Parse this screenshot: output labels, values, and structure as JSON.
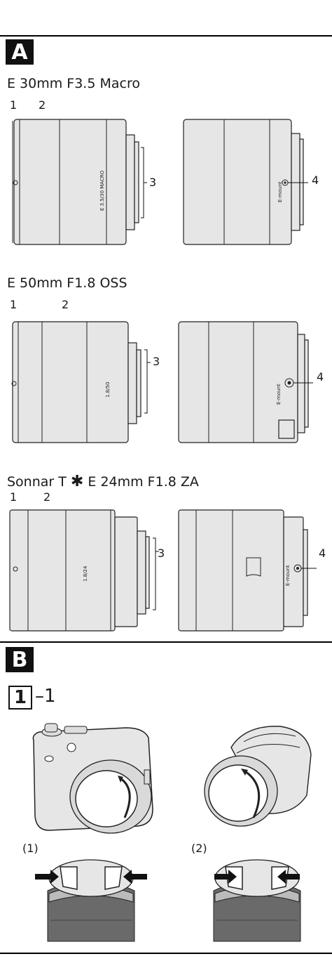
{
  "section_a": {
    "label": "A",
    "lenses": [
      {
        "title": "E 30mm F3.5 Macro",
        "engraving": "E 3.5/30 MACRO",
        "mount_text": "E-mount"
      },
      {
        "title": "E 50mm F1.8 OSS",
        "engraving": "1.8/50",
        "mount_text": "E-mount"
      },
      {
        "title_prefix": "Sonnar T",
        "title_star": "✱",
        "title_suffix": "E 24mm F1.8 ZA",
        "engraving": "1.8/24",
        "mount_text": "E-mount"
      }
    ],
    "callouts": [
      "1",
      "2",
      "3",
      "4"
    ]
  },
  "section_b": {
    "label": "B",
    "step_number": "1",
    "step_suffix": "–1",
    "sub_labels": [
      "(1)",
      "(2)"
    ]
  }
}
